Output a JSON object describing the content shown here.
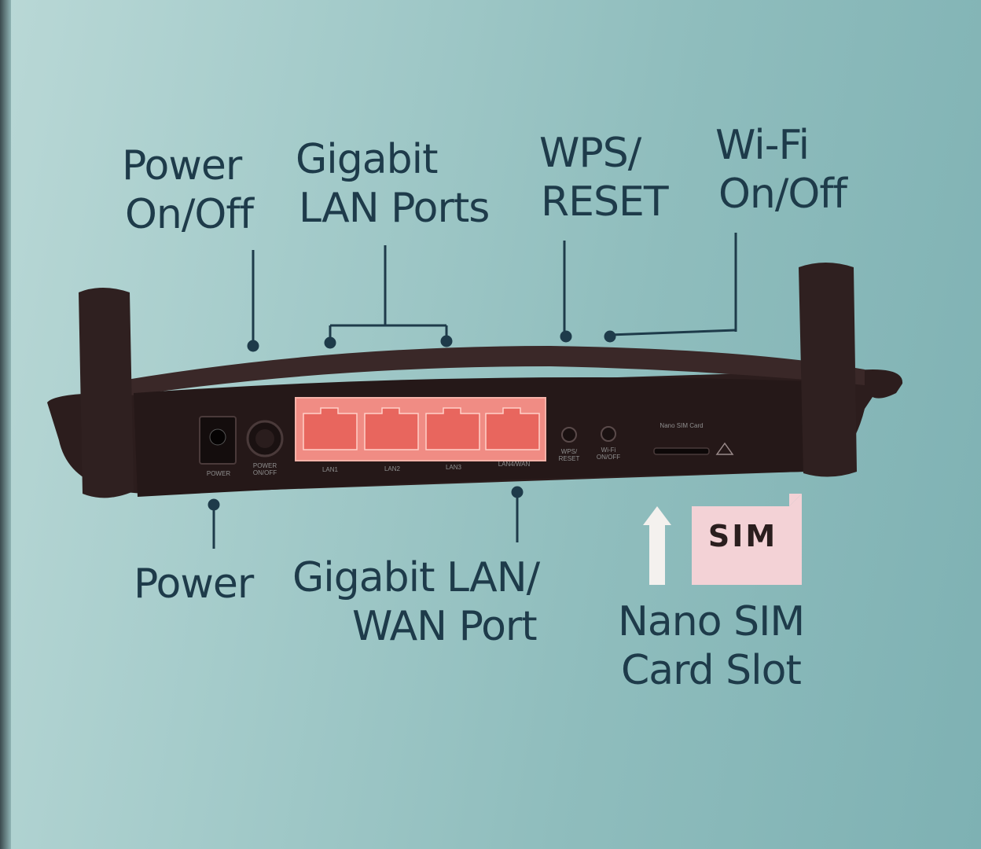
{
  "labels": {
    "power_onoff": [
      "Power",
      "On/Off"
    ],
    "gigabit_lan_ports": [
      "Gigabit",
      "LAN Ports"
    ],
    "wps_reset": [
      "WPS/",
      "RESET"
    ],
    "wifi_onoff": [
      "Wi-Fi",
      "On/Off"
    ],
    "power": [
      "Power"
    ],
    "gigabit_lan_wan_port": [
      "Gigabit LAN/",
      "WAN Port"
    ],
    "nano_sim_card_slot": [
      "Nano SIM",
      "Card Slot"
    ]
  },
  "device_labels": {
    "power": "POWER",
    "power_onoff": [
      "POWER",
      "ON/OFF"
    ],
    "lan1": "LAN1",
    "lan2": "LAN2",
    "lan3": "LAN3",
    "lan4_wan": "LAN4/WAN",
    "wps_reset": [
      "WPS/",
      "RESET"
    ],
    "wifi_onoff": [
      "Wi-Fi",
      "ON/OFF"
    ],
    "nano_sim_card": "Nano SIM Card"
  },
  "sim_card_text": "SIM",
  "colors": {
    "text": "#1e3b4a",
    "router_body": "#2c1d1d",
    "port_panel": "#f08c84",
    "sim_card": "#f3d2d6"
  }
}
